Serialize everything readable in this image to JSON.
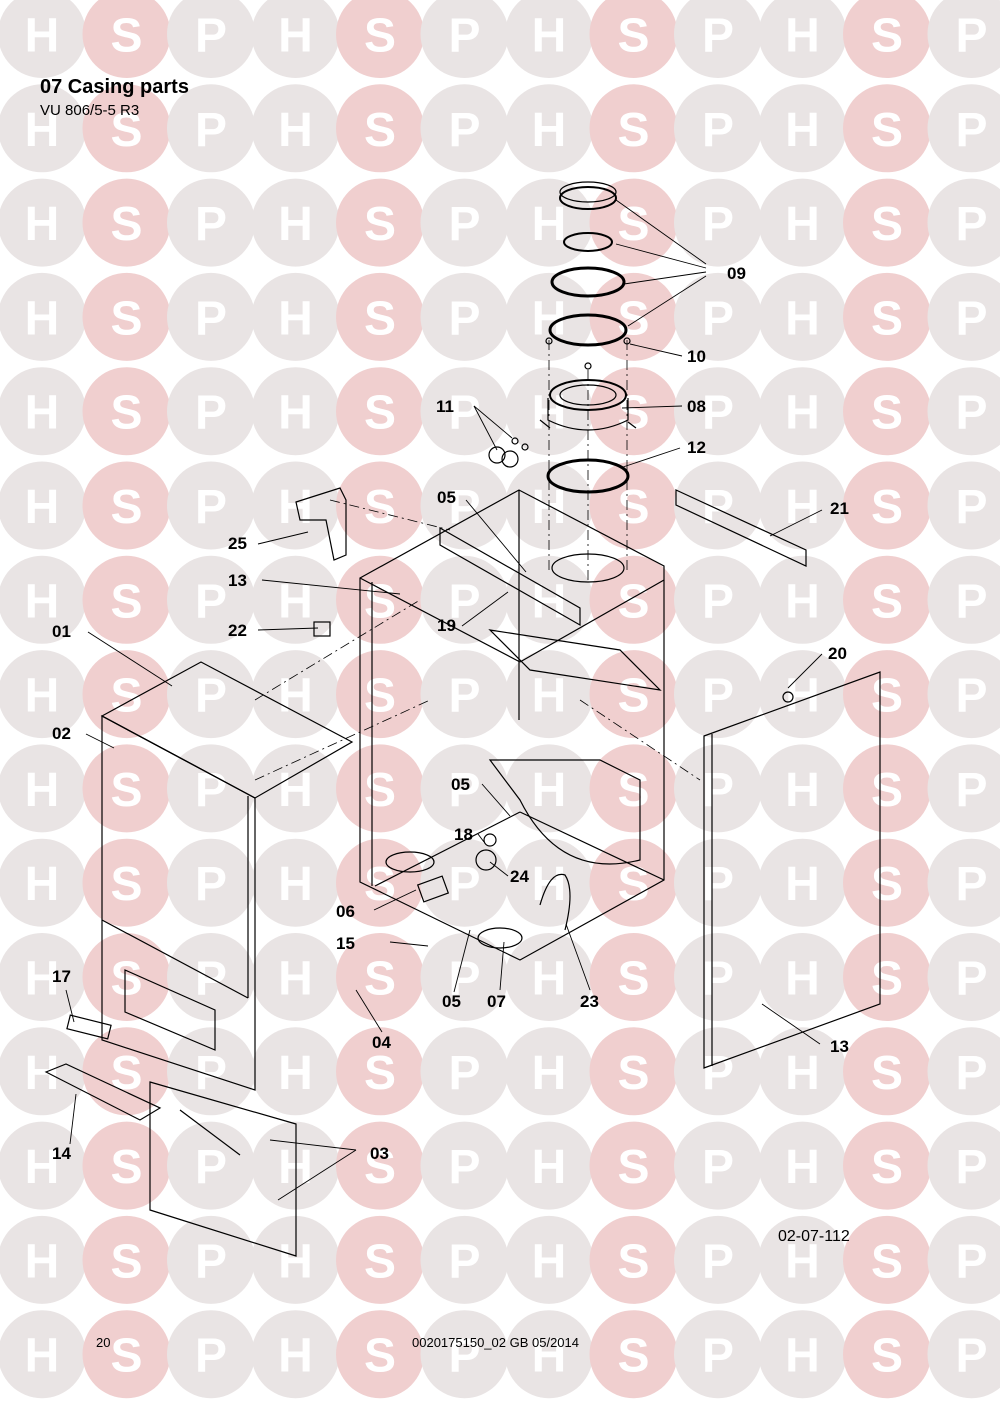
{
  "header": {
    "title": "07 Casing parts",
    "model": "VU 806/5-5 R3"
  },
  "watermark": {
    "letters": [
      "H",
      "S",
      "P"
    ],
    "circle_color": "#e9e4e4",
    "center_circle_color": "#f0cfcf"
  },
  "callouts": [
    {
      "id": "c09",
      "label": "09"
    },
    {
      "id": "c10",
      "label": "10"
    },
    {
      "id": "c11",
      "label": "11"
    },
    {
      "id": "c08",
      "label": "08"
    },
    {
      "id": "c12",
      "label": "12"
    },
    {
      "id": "c05a",
      "label": "05"
    },
    {
      "id": "c21",
      "label": "21"
    },
    {
      "id": "c25",
      "label": "25"
    },
    {
      "id": "c13a",
      "label": "13"
    },
    {
      "id": "c19",
      "label": "19"
    },
    {
      "id": "c22",
      "label": "22"
    },
    {
      "id": "c01",
      "label": "01"
    },
    {
      "id": "c20",
      "label": "20"
    },
    {
      "id": "c02",
      "label": "02"
    },
    {
      "id": "c05b",
      "label": "05"
    },
    {
      "id": "c18",
      "label": "18"
    },
    {
      "id": "c24",
      "label": "24"
    },
    {
      "id": "c06",
      "label": "06"
    },
    {
      "id": "c15",
      "label": "15"
    },
    {
      "id": "c05c",
      "label": "05"
    },
    {
      "id": "c07",
      "label": "07"
    },
    {
      "id": "c23",
      "label": "23"
    },
    {
      "id": "c17",
      "label": "17"
    },
    {
      "id": "c04",
      "label": "04"
    },
    {
      "id": "c13b",
      "label": "13"
    },
    {
      "id": "c14",
      "label": "14"
    },
    {
      "id": "c03",
      "label": "03"
    }
  ],
  "footer": {
    "drawing_code": "02-07-112",
    "page_number": "20",
    "document_ref": "0020175150_02 GB 05/2014"
  }
}
